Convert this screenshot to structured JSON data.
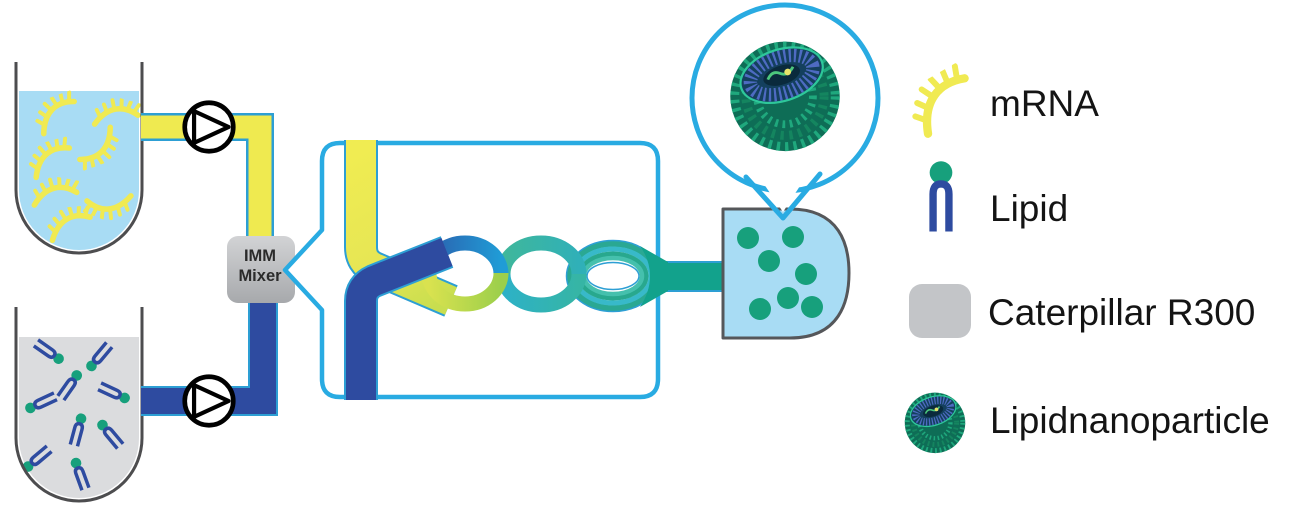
{
  "mixer": {
    "line1": "IMM",
    "line2": "Mixer"
  },
  "legend": {
    "items": [
      {
        "icon": "mrna-icon",
        "label": "mRNA"
      },
      {
        "icon": "lipid-icon",
        "label": "Lipid"
      },
      {
        "icon": "caterpillar-chip-icon",
        "label": "Caterpillar R300"
      },
      {
        "icon": "lipid-nanoparticle-icon",
        "label": "Lipidnanoparticle"
      }
    ]
  },
  "diagram": {
    "mixer_loop_count": 3,
    "collection_vessel_particle_count": 7,
    "mrna_reservoir_molecule_count": 7,
    "lipid_reservoir_molecule_count": 9,
    "pump_count": 2
  },
  "colors": {
    "accent_blue": "#29ABE2",
    "channel_outline_blue": "#2D9FD4",
    "mrna_yellow": "#EFEA50",
    "yellow_green_mix": "#9CCF4B",
    "lipid_navy": "#2E4BA0",
    "lnp_teal": "#12A28C",
    "lipid_head_green": "#17A07C",
    "aqueous_fill": "#A8DCF4",
    "lipid_phase_fill": "#DBDCDE",
    "tube_wall_gray": "#4D4D4F",
    "mixer_gray": "#BCBEC0",
    "legend_text": "#141414"
  }
}
